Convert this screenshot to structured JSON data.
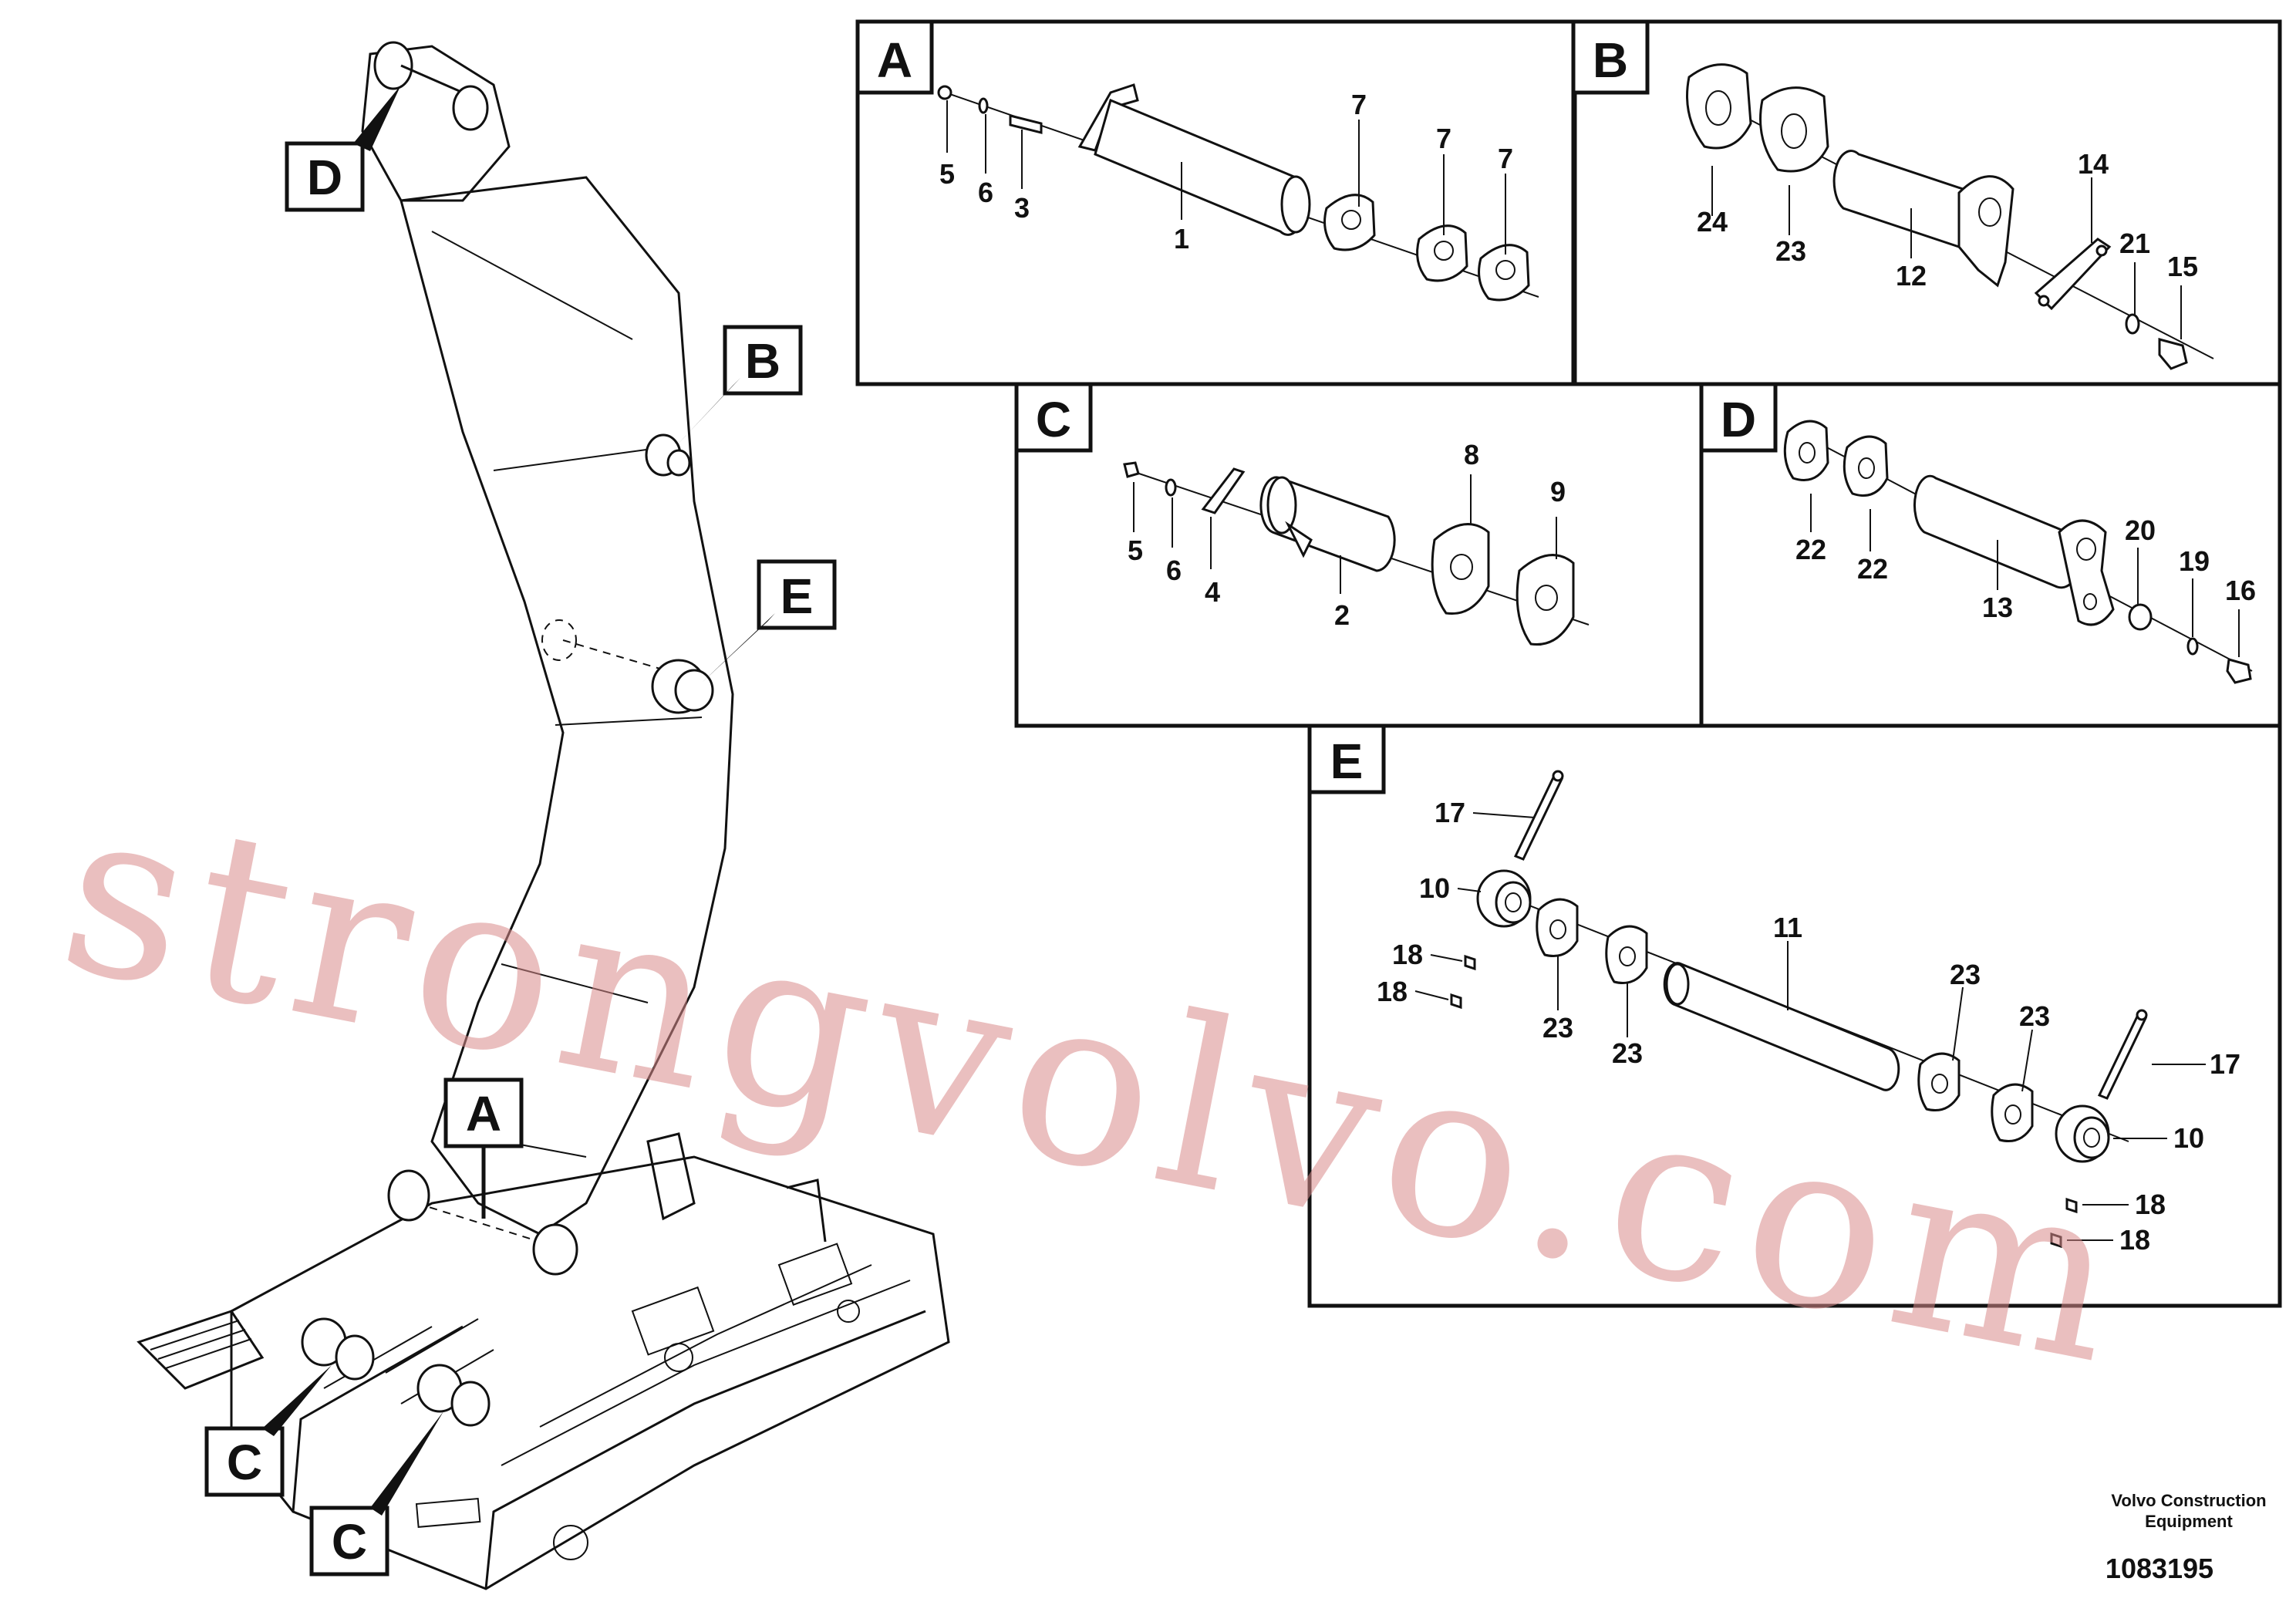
{
  "panels": {
    "A": {
      "tag": "A",
      "parts": [
        "5",
        "6",
        "3",
        "1",
        "7",
        "7",
        "7"
      ]
    },
    "B": {
      "tag": "B",
      "parts": [
        "24",
        "23",
        "12",
        "14",
        "21",
        "15"
      ]
    },
    "C": {
      "tag": "C",
      "parts": [
        "5",
        "6",
        "4",
        "2",
        "8",
        "9"
      ]
    },
    "D": {
      "tag": "D",
      "parts": [
        "22",
        "22",
        "13",
        "20",
        "19",
        "16"
      ]
    },
    "E": {
      "tag": "E",
      "parts": [
        "17",
        "10",
        "18",
        "18",
        "23",
        "23",
        "11",
        "23",
        "23",
        "17",
        "10",
        "18",
        "18"
      ]
    }
  },
  "callouts": {
    "overview": [
      "D",
      "B",
      "E",
      "A",
      "C",
      "C"
    ]
  },
  "watermark": "strongvolvo.com",
  "footer": {
    "company_line1": "Volvo Construction",
    "company_line2": "Equipment",
    "drawing_number": "1083195"
  },
  "colors": {
    "watermark": "#d88a8a",
    "line": "#111111"
  }
}
